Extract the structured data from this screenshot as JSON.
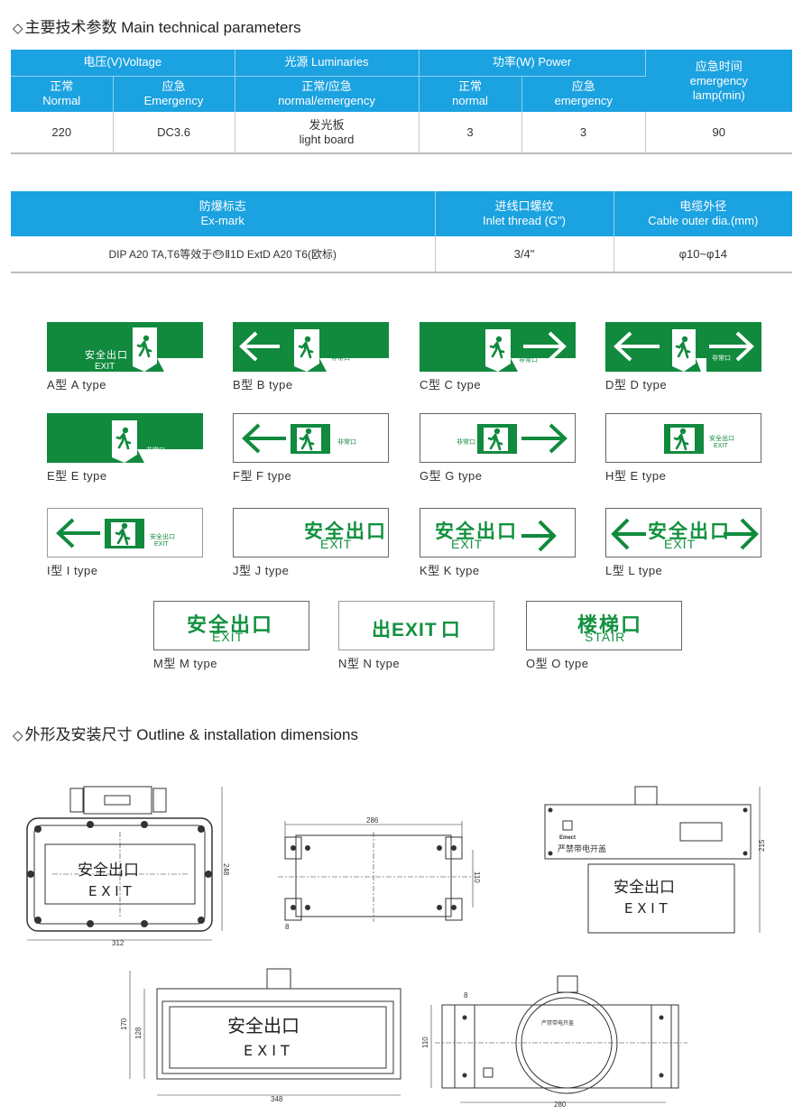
{
  "sections": {
    "tech_params_title": "主要技术参数 Main technical parameters",
    "outline_title": "外形及安装尺寸  Outline & installation dimensions"
  },
  "table1": {
    "h_voltage": "电压(V)Voltage",
    "h_luminaries": "光源 Luminaries",
    "h_power": "功率(W) Power",
    "h_emergency_cn": "应急时间",
    "h_emergency_en1": "emergency",
    "h_emergency_en2": "lamp(min)",
    "h_normal_cn": "正常",
    "h_normal_en": "Normal",
    "h_emerg_cn": "应急",
    "h_emerg_en": "Emergency",
    "h_lum_sub_cn": "正常/应急",
    "h_lum_sub_en": "normal/emergency",
    "h_pnormal_cn": "正常",
    "h_pnormal_en": "normal",
    "h_pemerg_cn": "应急",
    "h_pemerg_en": "emergency",
    "v_normal": "220",
    "v_emergency": "DC3.6",
    "lum_cn": "发光板",
    "lum_en": "light board",
    "p_normal": "3",
    "p_emergency": "3",
    "time": "90"
  },
  "table2": {
    "h_exmark_cn": "防爆标志",
    "h_exmark_en": "Ex-mark",
    "h_thread_cn": "进线口螺纹",
    "h_thread_en": "Inlet thread (G\")",
    "h_cable_cn": "电缆外径",
    "h_cable_en": "Cable outer dia.(mm)",
    "exmark_a": "DIP A20 TA,T6等效于",
    "exmark_sym": "Ex",
    "exmark_b": "Ⅱ1D ExtD A20 T6(欧标)",
    "thread": "3/4\"",
    "cable": "φ10~φ14"
  },
  "signs": {
    "exit_cn": "安全出口",
    "exit_en": "EXIT",
    "emergency_exit_cn": "非常口",
    "safety_exit_small": "安全出口",
    "n_cn1": "出",
    "n_en": "EXIT",
    "n_cn2": "口",
    "stair_cn": "楼梯口",
    "stair_en": "STAIR",
    "captions": {
      "a": "A型  A type",
      "b": "B型  B type",
      "c": "C型  C type",
      "d": "D型  D type",
      "e": "E型  E type",
      "f": "F型  F type",
      "g": "G型  G type",
      "h": "H型  E type",
      "i": "I型  I type",
      "j": "J型  J type",
      "k": "K型  K type",
      "l": "L型  L type",
      "m": "M型  M type",
      "n": "N型  N type",
      "o": "O型  O type"
    }
  },
  "drawings": {
    "d1_width": "312",
    "d1_height": "248",
    "d2_width": "286",
    "d2_height": "110",
    "d2_small": "8",
    "d3_height": "215",
    "d3_warning": "严禁带电开盖",
    "d3_brand": "Emect",
    "d4_height_outer": "170",
    "d4_height_inner": "128",
    "d4_width": "348",
    "d5_height": "110",
    "d5_small": "8",
    "d5_width": "280",
    "d5_ring": "严禁带电开盖",
    "panel_cn": "安全出口",
    "panel_en": "E X I T"
  },
  "colors": {
    "header_blue": "#1ba2e0",
    "sign_green": "#118a3e"
  }
}
